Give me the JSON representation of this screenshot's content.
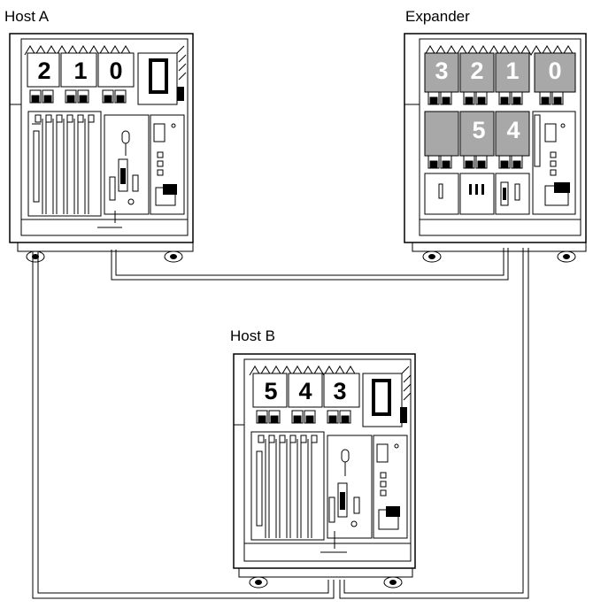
{
  "labels": {
    "host_a": "Host A",
    "expander": "Expander",
    "host_b": "Host B"
  },
  "host_a": {
    "slots": [
      "2",
      "1",
      "0"
    ]
  },
  "expander": {
    "top_slots": [
      "3",
      "2",
      "1",
      "0"
    ],
    "bottom_slots": [
      "5",
      "4"
    ]
  },
  "host_b": {
    "slots": [
      "5",
      "4",
      "3"
    ]
  },
  "colors": {
    "line": "#000000",
    "shaded_module": "#a8a8a8",
    "background": "#ffffff"
  }
}
